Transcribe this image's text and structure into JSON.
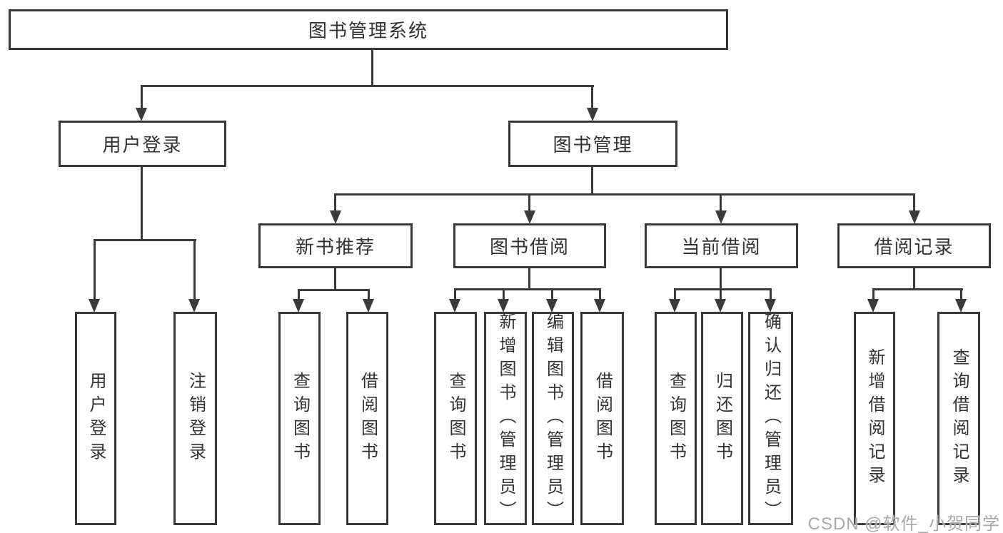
{
  "tree": {
    "label": "图书管理系统",
    "children": [
      {
        "label": "用户登录",
        "children": [
          {
            "label": "用户登录"
          },
          {
            "label": "注销登录"
          }
        ]
      },
      {
        "label": "图书管理",
        "children": [
          {
            "label": "新书推荐",
            "children": [
              {
                "label": "查询图书"
              },
              {
                "label": "借阅图书"
              }
            ]
          },
          {
            "label": "图书借阅",
            "children": [
              {
                "label": "查询图书"
              },
              {
                "label": "新增图书（管理员）"
              },
              {
                "label": "编辑图书（管理员）"
              },
              {
                "label": "借阅图书"
              }
            ]
          },
          {
            "label": "当前借阅",
            "children": [
              {
                "label": "查询图书"
              },
              {
                "label": "归还图书"
              },
              {
                "label": "确认归还（管理员）"
              }
            ]
          },
          {
            "label": "借阅记录",
            "children": [
              {
                "label": "新增借阅记录"
              },
              {
                "label": "查询借阅记录"
              }
            ]
          }
        ]
      }
    ]
  },
  "colors": {
    "line": "#3a3a3a",
    "text": "#333333",
    "watermark": "#a9a9a9"
  },
  "watermark": {
    "text": "CSDN @软件_小贺同学"
  }
}
